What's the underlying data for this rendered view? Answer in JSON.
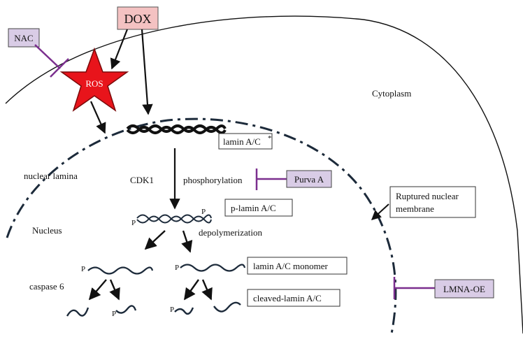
{
  "diagram": {
    "agents": {
      "dox": "DOX",
      "nac": "NAC",
      "ros": "ROS",
      "purva_a": "Purva A",
      "lmna_oe": "LMNA-OE"
    },
    "compartments": {
      "cytoplasm": "Cytoplasm",
      "nucleus": "Nucleus",
      "nuclear_lamina": "nuclear lamina"
    },
    "proteins": {
      "lamin_ac": "lamin A/C",
      "lamin_ac_star": "*",
      "p_lamin_ac": "p-lamin A/C",
      "lamin_ac_monomer": "lamin A/C monomer",
      "cleaved_lamin_ac": "cleaved-lamin A/C"
    },
    "processes": {
      "cdk1": "CDK1",
      "phosphorylation": "phosphorylation",
      "depolymerization": "depolymerization",
      "caspase6": "caspase 6",
      "ruptured_membrane_line1": "Ruptured nuclear",
      "ruptured_membrane_line2": "membrane"
    },
    "phospho_mark": "P",
    "colors": {
      "dox_fill": "#f4c2c2",
      "ros_fill": "#e8141b",
      "inhibitor_box_fill": "#d9cce6",
      "inhibitor_line": "#7b2f8e",
      "membrane_line": "#1c2a3a",
      "arrow": "#111111"
    }
  }
}
